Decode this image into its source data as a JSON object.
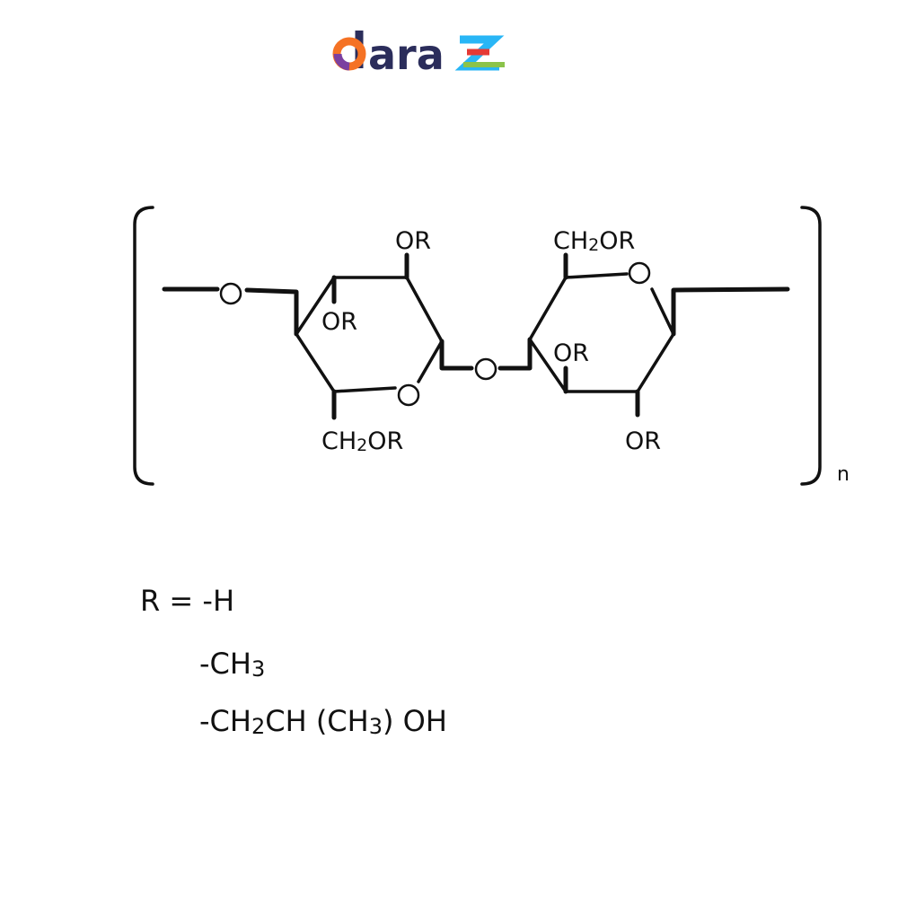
{
  "logo": {
    "text": "daraz",
    "colors": [
      "#f57224",
      "#e53935",
      "#7b3fa0",
      "#2b2d5b",
      "#29b6f6",
      "#8bc34a"
    ]
  },
  "structure": {
    "substituent_or": "OR",
    "substituent_ch2or": {
      "main": "CH",
      "sub": "2",
      "rest": "OR"
    },
    "bridge_oxygen": "O",
    "repeat_subscript": "n"
  },
  "r_groups": {
    "label": "R = -H",
    "items": [
      {
        "main": "-CH",
        "sub": "3",
        "rest": ""
      },
      {
        "main": "-CH",
        "sub": "2",
        "rest": "CH (CH",
        "sub2": "3",
        "rest2": ") OH"
      }
    ]
  }
}
